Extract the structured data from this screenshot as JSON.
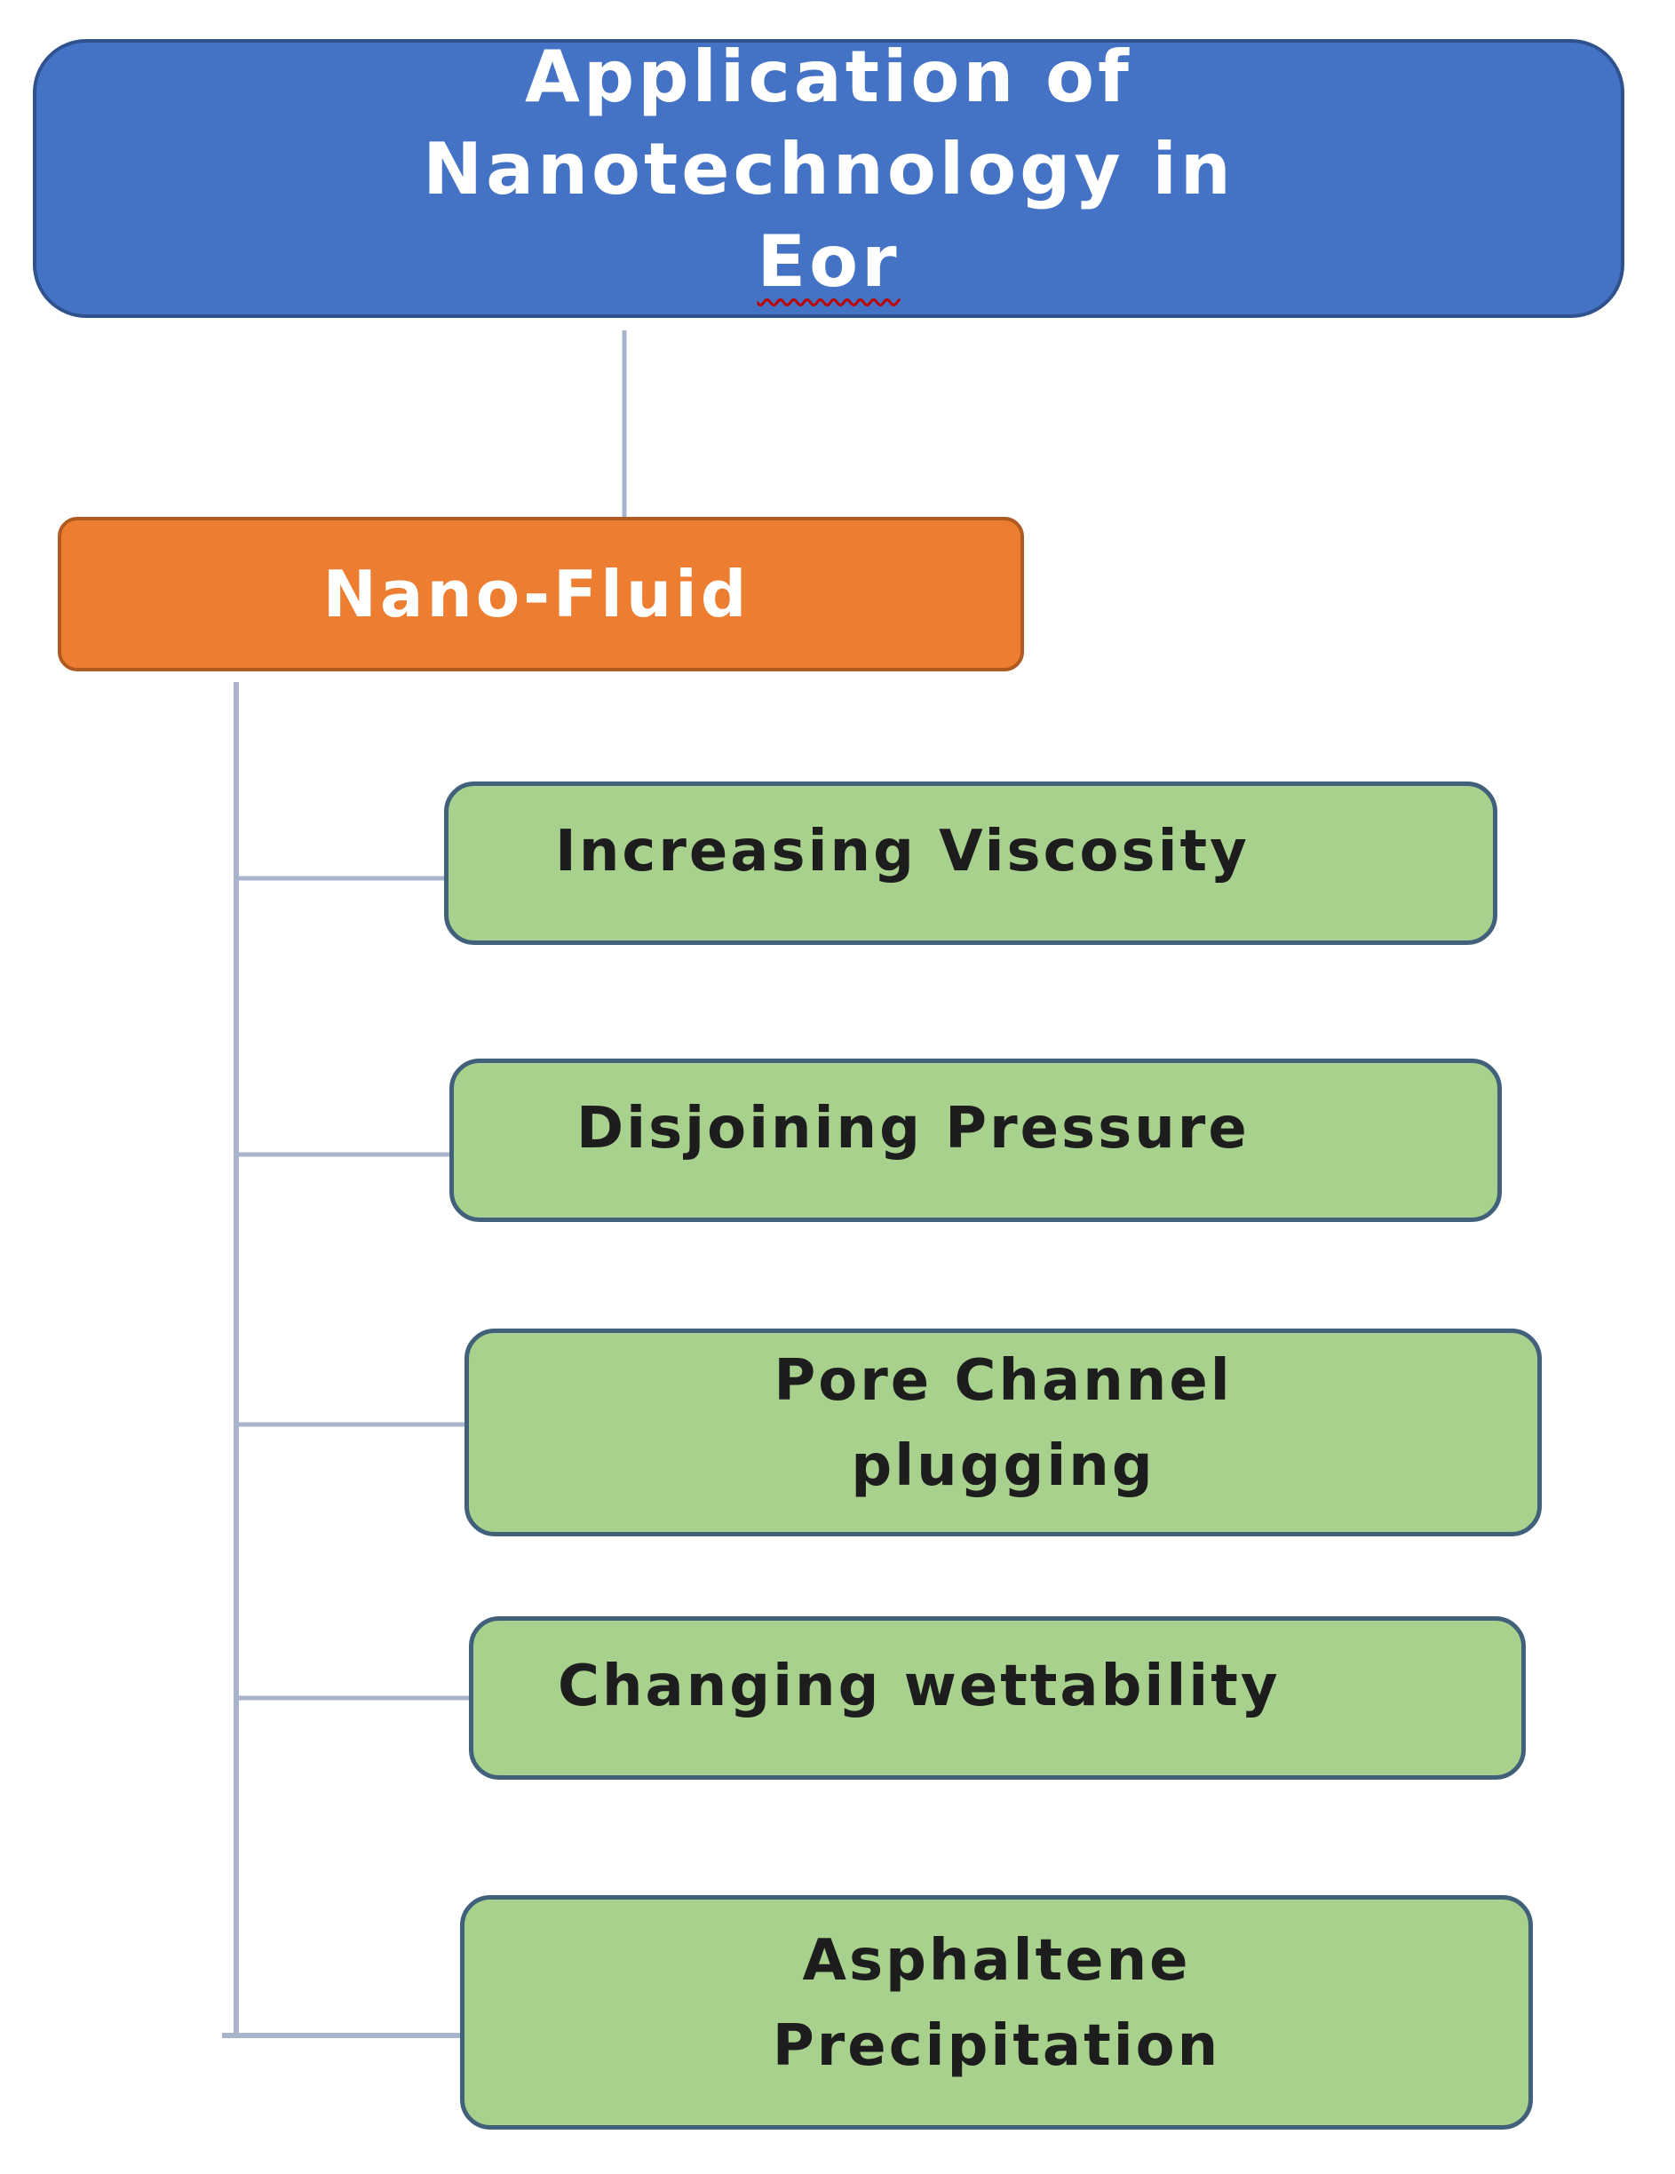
{
  "diagram": {
    "root": {
      "label_prefix": "Application of Nanotechnology in ",
      "label_suffix": "Eor"
    },
    "category": {
      "label": "Nano-Fluid"
    },
    "mechanisms": [
      {
        "label": "Increasing Viscosity"
      },
      {
        "label": "Disjoining Pressure"
      },
      {
        "label": "Pore Channel plugging"
      },
      {
        "label": "Changing wettability"
      },
      {
        "label": "Asphaltene Precipitation"
      }
    ]
  },
  "colors": {
    "root_fill": "#4472c4",
    "category_fill": "#ed7d31",
    "mechanism_fill": "#a9d18e",
    "connector": "#a8b4cc"
  }
}
